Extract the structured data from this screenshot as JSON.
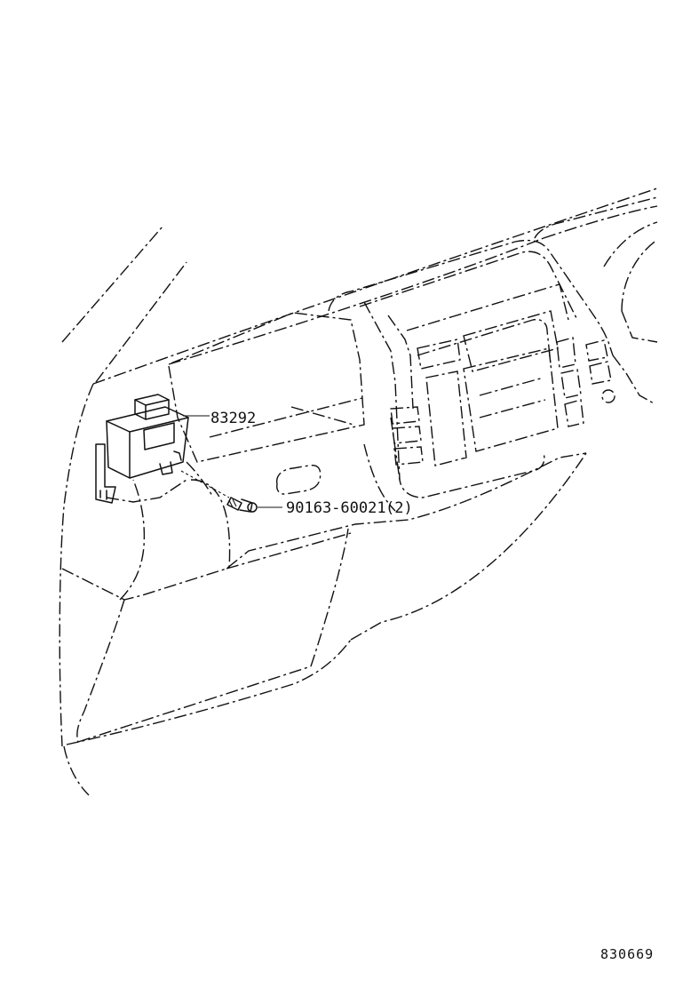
{
  "diagram": {
    "parts": [
      {
        "number": "83292"
      },
      {
        "number": "90163-60021",
        "quantity": "(2)"
      }
    ],
    "illustration_code": "830669"
  }
}
